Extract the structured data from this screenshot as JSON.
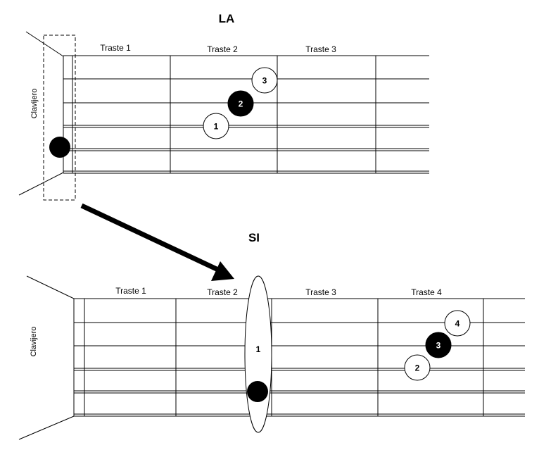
{
  "diagrams": [
    {
      "chord_name": "LA",
      "headstock_label": "Clavijero",
      "fret_labels": [
        "Traste 1",
        "Traste 2",
        "Traste 3"
      ],
      "fingers": [
        {
          "number": "3",
          "style": "open"
        },
        {
          "number": "2",
          "style": "filled"
        },
        {
          "number": "1",
          "style": "open"
        },
        {
          "number": "",
          "style": "filled",
          "role": "root"
        }
      ]
    },
    {
      "chord_name": "SI",
      "headstock_label": "Clavijero",
      "fret_labels": [
        "Traste 1",
        "Traste 2",
        "Traste 3",
        "Traste 4"
      ],
      "barre_finger": "1",
      "fingers": [
        {
          "number": "4",
          "style": "open"
        },
        {
          "number": "3",
          "style": "filled"
        },
        {
          "number": "2",
          "style": "open"
        },
        {
          "number": "",
          "style": "filled",
          "role": "root"
        }
      ]
    }
  ],
  "colors": {
    "ink": "#000000",
    "paper": "#ffffff"
  }
}
